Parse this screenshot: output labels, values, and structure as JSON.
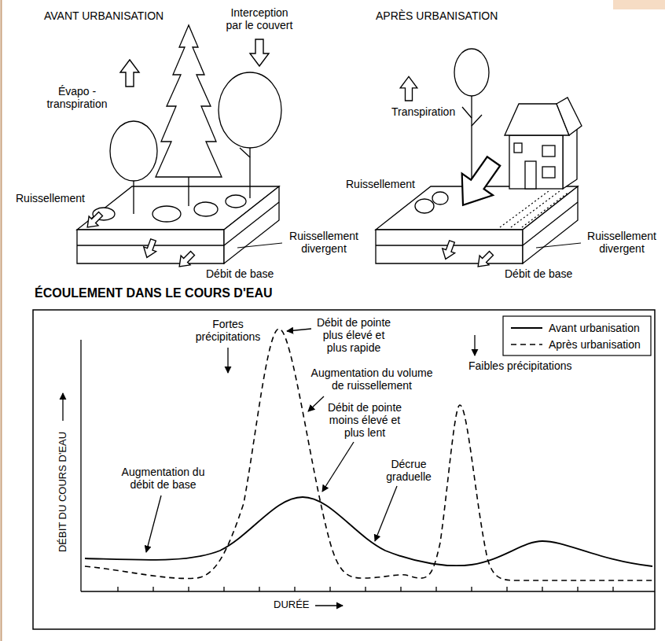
{
  "diagram": {
    "labels": [
      "AVANT URBANISATION",
      "Interception par le couvert",
      "Évapo -transpiration",
      "Ruissellement",
      "Ruissellement divergent",
      "Débit de base",
      "APRÈS URBANISATION",
      "Transpiration",
      "Ruissellement",
      "Ruissellement divergent",
      "Débit de base",
      "ÉCOULEMENT DANS LE COURS D'EAU",
      "Fortes précipitations",
      "Débit de pointe plus élevé et plus rapide",
      "Faibles précipitations",
      "Augmentation du volume de ruissellement",
      "Débit de pointe moins élevé et plus lent",
      "Augmentation du débit de base",
      "Décrue graduelle",
      "DÉBIT DU COURS D'EAU",
      "DURÉE"
    ],
    "legend": [
      {
        "text": "Avant urbanisation"
      },
      {
        "text": "Après urbanisation"
      }
    ]
  }
}
